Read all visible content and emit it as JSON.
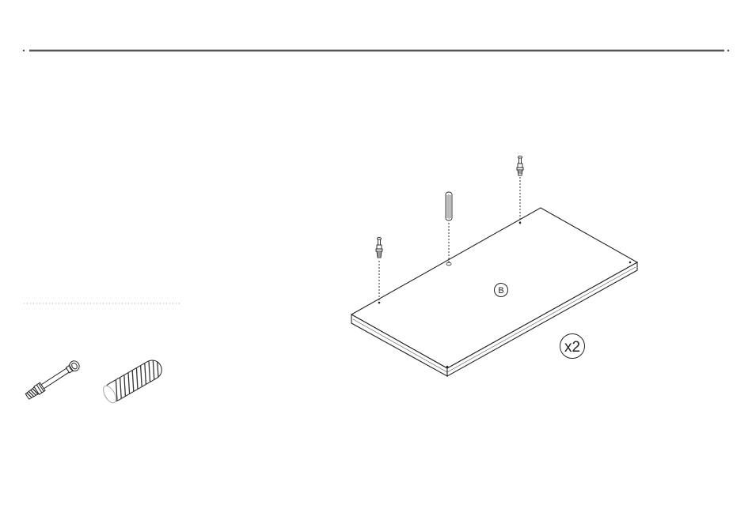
{
  "instructions": {
    "panel_label": "B",
    "quantity_label": "x2"
  },
  "parts": [
    {
      "name": "cam-bolt",
      "icon": "cam-bolt-icon"
    },
    {
      "name": "wooden-dowel",
      "icon": "wooden-dowel-icon"
    }
  ],
  "colors": {
    "line": "#222222",
    "rule": "#555555",
    "paper": "#ffffff"
  }
}
